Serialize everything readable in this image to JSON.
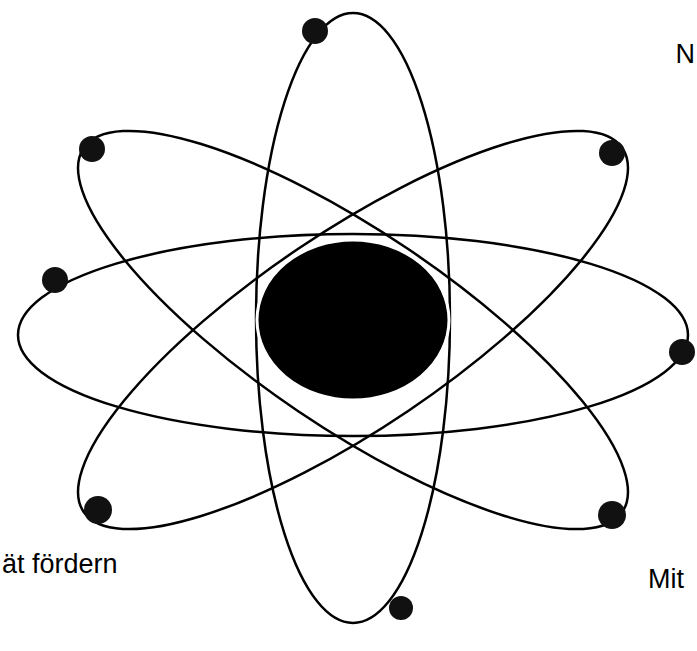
{
  "diagram": {
    "labels": [
      "N",
      "ät fördern",
      "Mit"
    ]
  }
}
